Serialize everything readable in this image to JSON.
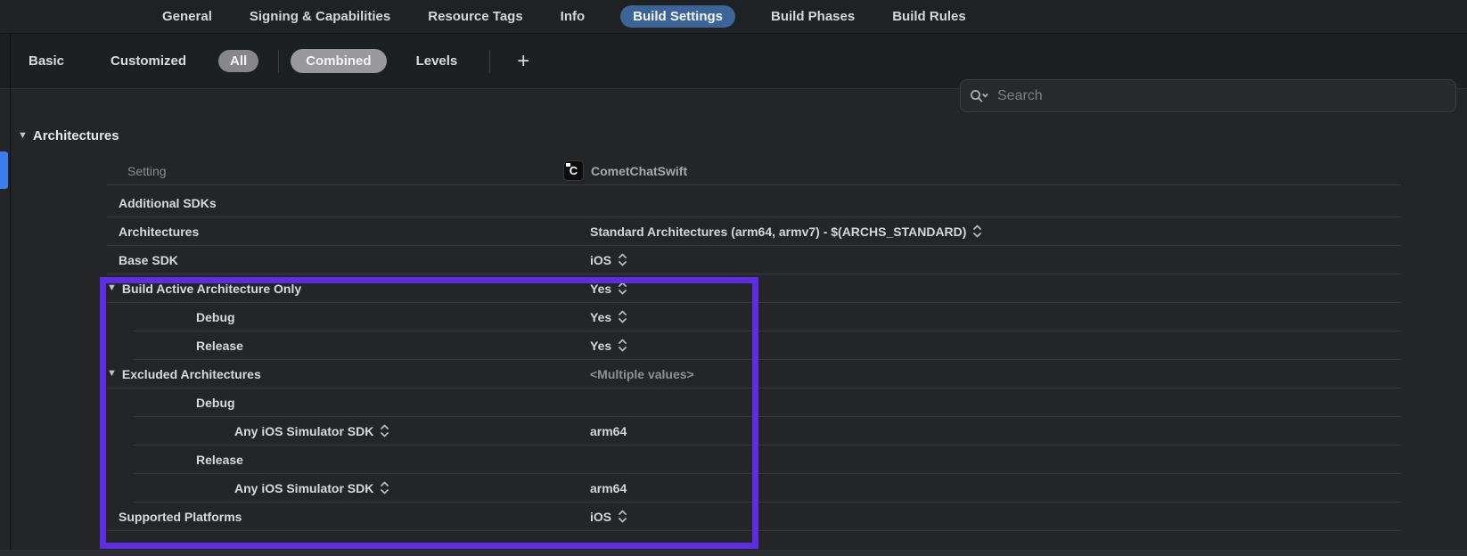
{
  "colors": {
    "highlight": "#5B2DE4",
    "tab-selected": "#3D6496",
    "accent-bar": "#3C7BF0"
  },
  "icons": {
    "disclosure": "▼",
    "add": "＋",
    "search": "magnifier-with-chevron",
    "stepper": "up-down-chevrons",
    "target_glyph": "C"
  },
  "tabs": {
    "items": [
      {
        "label": "General",
        "selected": false
      },
      {
        "label": "Signing & Capabilities",
        "selected": false
      },
      {
        "label": "Resource Tags",
        "selected": false
      },
      {
        "label": "Info",
        "selected": false
      },
      {
        "label": "Build Settings",
        "selected": true
      },
      {
        "label": "Build Phases",
        "selected": false
      },
      {
        "label": "Build Rules",
        "selected": false
      }
    ]
  },
  "toolbar": {
    "basic": "Basic",
    "customized": "Customized",
    "all": "All",
    "combined": "Combined",
    "levels": "Levels",
    "search_placeholder": "Search",
    "search_value": ""
  },
  "table": {
    "group": "Architectures",
    "header": {
      "setting": "Setting",
      "target": "CometChatSwift"
    },
    "rows": [
      {
        "label": "Additional SDKs",
        "value": ""
      },
      {
        "label": "Architectures",
        "value": "Standard Architectures (arm64, armv7)  -  $(ARCHS_STANDARD)"
      },
      {
        "label": "Base SDK",
        "value": "iOS"
      },
      {
        "label": "Build Active Architecture Only",
        "value": "Yes"
      },
      {
        "label": "Debug",
        "value": "Yes"
      },
      {
        "label": "Release",
        "value": "Yes"
      },
      {
        "label": "Excluded Architectures",
        "value": "<Multiple values>"
      },
      {
        "label": "Debug",
        "value": ""
      },
      {
        "label": "Any iOS Simulator SDK",
        "value": "arm64"
      },
      {
        "label": "Release",
        "value": ""
      },
      {
        "label": "Any iOS Simulator SDK",
        "value": "arm64"
      },
      {
        "label": "Supported Platforms",
        "value": "iOS"
      }
    ]
  }
}
